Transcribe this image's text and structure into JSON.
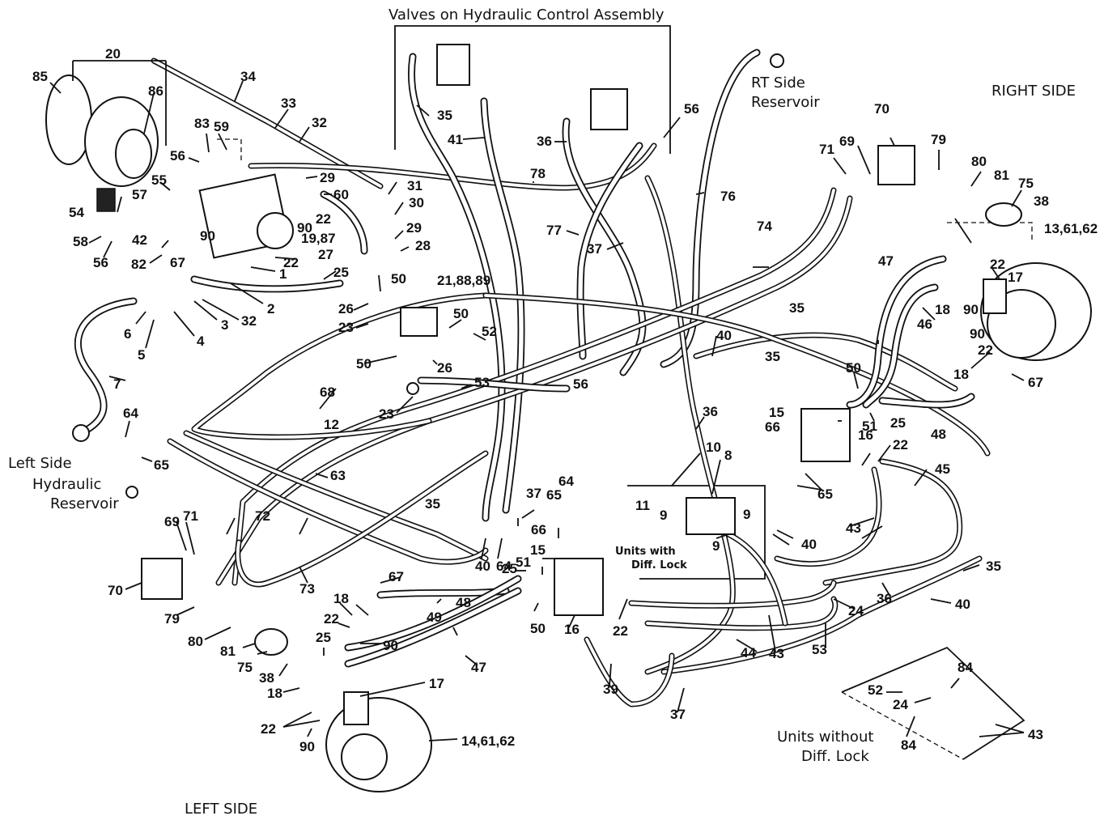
{
  "titles": {
    "valves": "Valves on Hydraulic Control Assembly",
    "rt_res_1": "RT Side",
    "rt_res_2": "Reservoir",
    "right_side": "RIGHT SIDE",
    "left_res_1": "Left Side",
    "left_res_2": "Hydraulic",
    "left_res_3": "Reservoir",
    "left_side": "LEFT SIDE",
    "diff_1": "Units with",
    "diff_2": "Diff. Lock",
    "nodiff_1": "Units without",
    "nodiff_2": "Diff. Lock"
  },
  "callouts": [
    {
      "id": "c85",
      "text": "85"
    },
    {
      "id": "c20",
      "text": "20"
    },
    {
      "id": "c86",
      "text": "86"
    },
    {
      "id": "c34",
      "text": "34"
    },
    {
      "id": "c33",
      "text": "33"
    },
    {
      "id": "c32a",
      "text": "32"
    },
    {
      "id": "c83",
      "text": "83"
    },
    {
      "id": "c59",
      "text": "59"
    },
    {
      "id": "c56a",
      "text": "56"
    },
    {
      "id": "c55",
      "text": "55"
    },
    {
      "id": "c57",
      "text": "57"
    },
    {
      "id": "c54",
      "text": "54"
    },
    {
      "id": "c58",
      "text": "58"
    },
    {
      "id": "c56b",
      "text": "56"
    },
    {
      "id": "c42",
      "text": "42"
    },
    {
      "id": "c82",
      "text": "82"
    },
    {
      "id": "c67a",
      "text": "67"
    },
    {
      "id": "c29a",
      "text": "29"
    },
    {
      "id": "c60",
      "text": "60"
    },
    {
      "id": "c22a",
      "text": "22"
    },
    {
      "id": "c90a",
      "text": "90"
    },
    {
      "id": "c19",
      "text": "19,87"
    },
    {
      "id": "c90b",
      "text": "90"
    },
    {
      "id": "c22b",
      "text": "22"
    },
    {
      "id": "c1",
      "text": "1"
    },
    {
      "id": "c2",
      "text": "2"
    },
    {
      "id": "c3",
      "text": "3"
    },
    {
      "id": "c32b",
      "text": "32"
    },
    {
      "id": "c4",
      "text": "4"
    },
    {
      "id": "c5",
      "text": "5"
    },
    {
      "id": "c6",
      "text": "6"
    },
    {
      "id": "c7",
      "text": "7"
    },
    {
      "id": "c31",
      "text": "31"
    },
    {
      "id": "c30",
      "text": "30"
    },
    {
      "id": "c29b",
      "text": "29"
    },
    {
      "id": "c28",
      "text": "28"
    },
    {
      "id": "c27",
      "text": "27"
    },
    {
      "id": "c25a",
      "text": "25"
    },
    {
      "id": "c50a",
      "text": "50"
    },
    {
      "id": "c26a",
      "text": "26"
    },
    {
      "id": "c23a",
      "text": "23"
    },
    {
      "id": "c21",
      "text": "21,88,89"
    },
    {
      "id": "c50b",
      "text": "50"
    },
    {
      "id": "c52a",
      "text": "52"
    },
    {
      "id": "c50c",
      "text": "50"
    },
    {
      "id": "c26b",
      "text": "26"
    },
    {
      "id": "c23b",
      "text": "23"
    },
    {
      "id": "c53a",
      "text": "53"
    },
    {
      "id": "c68",
      "text": "68"
    },
    {
      "id": "c12",
      "text": "12"
    },
    {
      "id": "c63",
      "text": "63"
    },
    {
      "id": "c64a",
      "text": "64"
    },
    {
      "id": "c65a",
      "text": "65"
    },
    {
      "id": "c35a",
      "text": "35"
    },
    {
      "id": "c41",
      "text": "41"
    },
    {
      "id": "c36a",
      "text": "36"
    },
    {
      "id": "c78",
      "text": "78"
    },
    {
      "id": "c56c",
      "text": "56"
    },
    {
      "id": "c76",
      "text": "76"
    },
    {
      "id": "c77",
      "text": "77"
    },
    {
      "id": "c37a",
      "text": "37"
    },
    {
      "id": "c74",
      "text": "74"
    },
    {
      "id": "c56d",
      "text": "56"
    },
    {
      "id": "c40a",
      "text": "40"
    },
    {
      "id": "c35b",
      "text": "35"
    },
    {
      "id": "c35c",
      "text": "35"
    },
    {
      "id": "c70a",
      "text": "70"
    },
    {
      "id": "c71a",
      "text": "71"
    },
    {
      "id": "c69a",
      "text": "69"
    },
    {
      "id": "c79a",
      "text": "79"
    },
    {
      "id": "c80a",
      "text": "80"
    },
    {
      "id": "c81a",
      "text": "81"
    },
    {
      "id": "c75a",
      "text": "75"
    },
    {
      "id": "c38a",
      "text": "38"
    },
    {
      "id": "c13",
      "text": "13,61,62"
    },
    {
      "id": "c47a",
      "text": "47"
    },
    {
      "id": "c22c",
      "text": "22"
    },
    {
      "id": "c17a",
      "text": "17"
    },
    {
      "id": "c18a",
      "text": "18"
    },
    {
      "id": "c90c",
      "text": "90"
    },
    {
      "id": "c46",
      "text": "46"
    },
    {
      "id": "c90d",
      "text": "90"
    },
    {
      "id": "c22d",
      "text": "22"
    },
    {
      "id": "c18b",
      "text": "18"
    },
    {
      "id": "c67b",
      "text": "67"
    },
    {
      "id": "c50d",
      "text": "50"
    },
    {
      "id": "c51a",
      "text": "51"
    },
    {
      "id": "c25b",
      "text": "25"
    },
    {
      "id": "c48a",
      "text": "48"
    },
    {
      "id": "c15a",
      "text": "15"
    },
    {
      "id": "c66a",
      "text": "66"
    },
    {
      "id": "c16a",
      "text": "16"
    },
    {
      "id": "c22e",
      "text": "22"
    },
    {
      "id": "c36b",
      "text": "36"
    },
    {
      "id": "c10",
      "text": "10"
    },
    {
      "id": "c8",
      "text": "8"
    },
    {
      "id": "c65b",
      "text": "65"
    },
    {
      "id": "c45",
      "text": "45"
    },
    {
      "id": "c11",
      "text": "11"
    },
    {
      "id": "c9a",
      "text": "9"
    },
    {
      "id": "c9b",
      "text": "9"
    },
    {
      "id": "c9c",
      "text": "9"
    },
    {
      "id": "c40b",
      "text": "40"
    },
    {
      "id": "c43a",
      "text": "43"
    },
    {
      "id": "c37b",
      "text": "37"
    },
    {
      "id": "c35d",
      "text": "35"
    },
    {
      "id": "c64b",
      "text": "64"
    },
    {
      "id": "c65c",
      "text": "65"
    },
    {
      "id": "c40c",
      "text": "40"
    },
    {
      "id": "c64c",
      "text": "64"
    },
    {
      "id": "c66b",
      "text": "66"
    },
    {
      "id": "c15b",
      "text": "15"
    },
    {
      "id": "c51b",
      "text": "51"
    },
    {
      "id": "c25c",
      "text": "25"
    },
    {
      "id": "c67c",
      "text": "67"
    },
    {
      "id": "c50e",
      "text": "50"
    },
    {
      "id": "c16b",
      "text": "16"
    },
    {
      "id": "c22f",
      "text": "22"
    },
    {
      "id": "c35e",
      "text": "35"
    },
    {
      "id": "c36c",
      "text": "36"
    },
    {
      "id": "c40d",
      "text": "40"
    },
    {
      "id": "c24a",
      "text": "24"
    },
    {
      "id": "c53b",
      "text": "53"
    },
    {
      "id": "c44",
      "text": "44"
    },
    {
      "id": "c43b",
      "text": "43"
    },
    {
      "id": "c39",
      "text": "39"
    },
    {
      "id": "c37c",
      "text": "37"
    },
    {
      "id": "c48b",
      "text": "48"
    },
    {
      "id": "c49",
      "text": "49"
    },
    {
      "id": "c47b",
      "text": "47"
    },
    {
      "id": "c69b",
      "text": "69"
    },
    {
      "id": "c71b",
      "text": "71"
    },
    {
      "id": "c72",
      "text": "72"
    },
    {
      "id": "c73",
      "text": "73"
    },
    {
      "id": "c70b",
      "text": "70"
    },
    {
      "id": "c79b",
      "text": "79"
    },
    {
      "id": "c80b",
      "text": "80"
    },
    {
      "id": "c81b",
      "text": "81"
    },
    {
      "id": "c75b",
      "text": "75"
    },
    {
      "id": "c38b",
      "text": "38"
    },
    {
      "id": "c18c",
      "text": "18"
    },
    {
      "id": "c22g",
      "text": "22"
    },
    {
      "id": "c25d",
      "text": "25"
    },
    {
      "id": "c90e",
      "text": "90"
    },
    {
      "id": "c18d",
      "text": "18"
    },
    {
      "id": "c17b",
      "text": "17"
    },
    {
      "id": "c22h",
      "text": "22"
    },
    {
      "id": "c90f",
      "text": "90"
    },
    {
      "id": "c14",
      "text": "14,61,62"
    },
    {
      "id": "c84a",
      "text": "84"
    },
    {
      "id": "c52b",
      "text": "52"
    },
    {
      "id": "c24b",
      "text": "24"
    },
    {
      "id": "c84b",
      "text": "84"
    },
    {
      "id": "c43c",
      "text": "43"
    }
  ]
}
